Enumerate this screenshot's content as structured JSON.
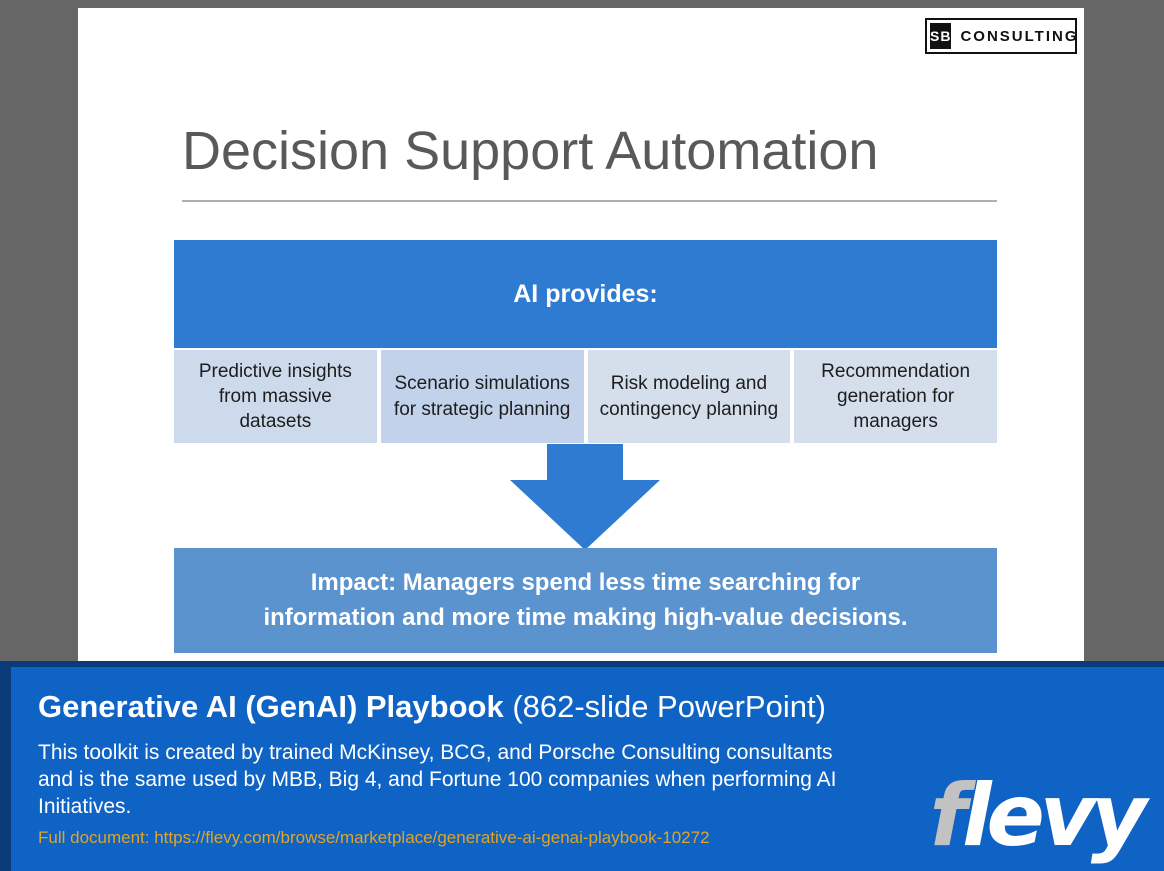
{
  "colors": {
    "canvas_bg": "#666666",
    "slide_bg": "#ffffff",
    "header_blue": "#2e7bd1",
    "impact_blue": "#5b93ce",
    "column_light_1": "#cddaec",
    "column_light_2": "#c2d2ea",
    "column_light_3": "#d5dfec",
    "banner_blue": "#0f63c4",
    "banner_border_navy": "#0a3c7c",
    "link_gold": "#dfa42a",
    "title_gray": "#595959"
  },
  "slide": {
    "logo": {
      "initials": "SB",
      "name": "CONSULTING"
    },
    "title": "Decision Support Automation",
    "ai_table": {
      "header": "AI provides:",
      "columns": [
        "Predictive insights from massive datasets",
        "Scenario simulations for strategic planning",
        "Risk modeling and contingency planning",
        "Recommendation generation for managers"
      ]
    },
    "impact": "Impact: Managers spend less time searching for information and more time making high-value decisions."
  },
  "banner": {
    "title_bold": "Generative AI (GenAI) Playbook",
    "title_suffix": " (862-slide PowerPoint)",
    "description": "This toolkit is created by trained McKinsey, BCG, and Porsche Consulting consultants and is the same used by MBB, Big 4, and Fortune 100 companies when performing AI Initiatives.",
    "link": "Full document: https://flevy.com/browse/marketplace/generative-ai-genai-playbook-10272",
    "brand": {
      "first": "f",
      "rest": "levy"
    }
  }
}
